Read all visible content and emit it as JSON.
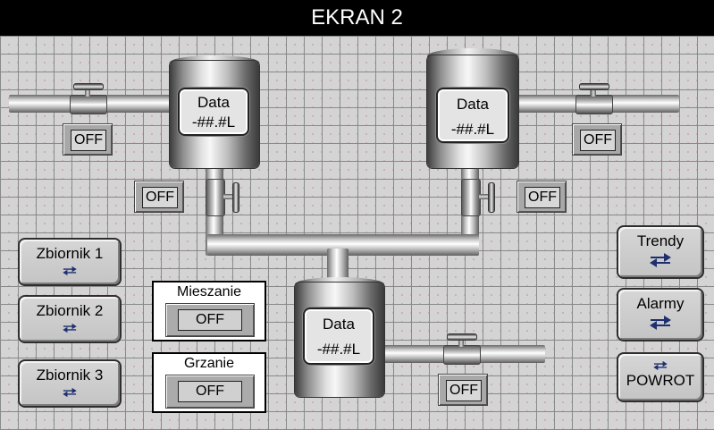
{
  "header": {
    "title": "EKRAN 2"
  },
  "tanks": [
    {
      "label": "Data",
      "value": "-##.#L"
    },
    {
      "label": "Data",
      "value": "-##.#L"
    },
    {
      "label": "Data",
      "value": "-##.#L"
    }
  ],
  "status_indicators": [
    "OFF",
    "OFF",
    "OFF",
    "OFF",
    "OFF"
  ],
  "nav_left": [
    {
      "label": "Zbiornik 1"
    },
    {
      "label": "Zbiornik 2"
    },
    {
      "label": "Zbiornik 3"
    }
  ],
  "nav_right": [
    {
      "label": "Trendy"
    },
    {
      "label": "Alarmy"
    },
    {
      "label": "POWROT"
    }
  ],
  "controls": [
    {
      "label": "Mieszanie",
      "state": "OFF"
    },
    {
      "label": "Grzanie",
      "state": "OFF"
    }
  ],
  "colors": {
    "title_bar": "#000000",
    "title_text": "#ffffff",
    "grid_bg": "#d4d4d4",
    "arrow": "#1e2f6f"
  },
  "icons": {
    "nav_arrow": "swap-arrows-icon"
  }
}
